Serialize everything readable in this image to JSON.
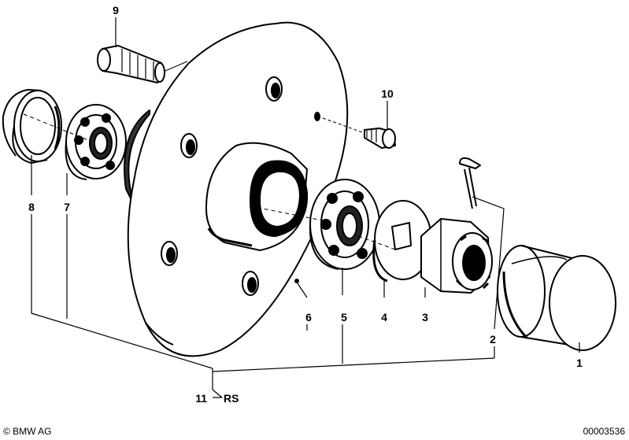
{
  "labels": {
    "p1": "1",
    "p2": "2",
    "p3": "3",
    "p4": "4",
    "p5": "5",
    "p6": "6",
    "p7": "7",
    "p8": "8",
    "p9": "9",
    "p10": "10",
    "p11": "11",
    "rs": "RS"
  },
  "footer": {
    "copyright": "© BMW AG",
    "code": "00003536"
  }
}
